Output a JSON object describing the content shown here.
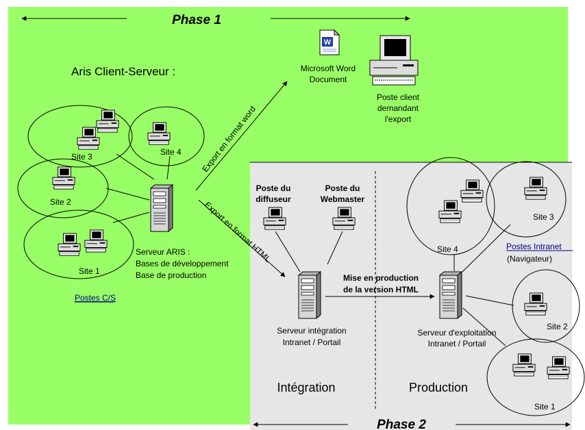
{
  "colors": {
    "phase1_bg": "#99ff66",
    "phase2_bg": "#e6e6e6",
    "link": "#000080"
  },
  "phase1": {
    "title": "Phase 1",
    "heading": "Aris Client-Serveur :"
  },
  "phase2": {
    "title": "Phase 2"
  },
  "word_doc": {
    "icon": "word-document-icon",
    "label_line1": "Microsoft Word",
    "label_line2": "Document"
  },
  "client_export": {
    "label_line1": "Poste client",
    "label_line2": "demandant",
    "label_line3": "l'export"
  },
  "sites_cs": {
    "site1": "Site 1",
    "site2": "Site 2",
    "site3": "Site 3",
    "site4": "Site 4",
    "group_label": "Postes C/S"
  },
  "server_aris": {
    "line1": "Serveur ARIS :",
    "line2": "Bases de développement",
    "line3": "Base de production"
  },
  "arrows": {
    "export_word": "Export en format word",
    "export_html": "Export en format HTML",
    "mise_line1": "Mise en production",
    "mise_line2": "de la version HTML"
  },
  "poste_diffuseur": {
    "line1": "Poste du",
    "line2": "diffuseur"
  },
  "poste_webmaster": {
    "line1": "Poste du",
    "line2": "Webmaster"
  },
  "server_integration": {
    "line1": "Serveur intégration",
    "line2": "Intranet / Portail"
  },
  "server_exploitation": {
    "line1": "Serveur d'exploitation",
    "line2": "Intranet / Portail"
  },
  "intranet": {
    "link_label": "Postes Intranet",
    "sub_label": "(Navigateur)",
    "site1": "Site 1",
    "site2": "Site 2",
    "site3": "Site 3",
    "site4": "Site 4"
  },
  "zones": {
    "integration": "Intégration",
    "production": "Production"
  }
}
